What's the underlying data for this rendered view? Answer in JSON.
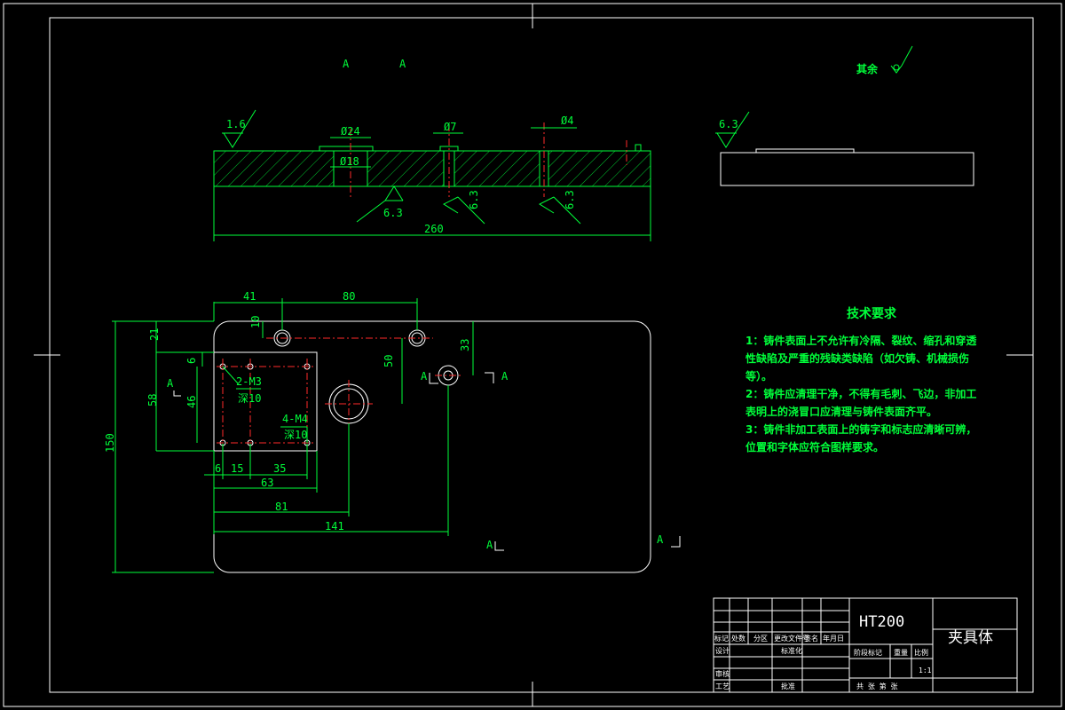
{
  "section": {
    "a_left": "A",
    "a_right": "A"
  },
  "roughness": {
    "qiyu": "其余",
    "r16": "1.6",
    "r63a": "6.3",
    "r63b": "6.3",
    "r63c": "6.3",
    "r63d": "6.3"
  },
  "section_dims": {
    "d24": "Ø24",
    "d7": "Ø7",
    "d4": "Ø4",
    "d18": "Ø18",
    "len260": "260"
  },
  "plan_dims": {
    "d41": "41",
    "d80": "80",
    "d10": "10",
    "d21": "21",
    "d6v": "6",
    "d50": "50",
    "d33": "33",
    "d58": "58",
    "d46": "46",
    "d150": "150",
    "d6h": "6",
    "d15": "15",
    "d35": "35",
    "d63": "63",
    "d81": "81",
    "d141": "141"
  },
  "holes": {
    "m3": "2-M3",
    "m3_depth": "深10",
    "m4": "4-M4",
    "m4_depth": "深10"
  },
  "section_marks": {
    "a1": "A",
    "a2": "A",
    "a3": "A",
    "a4": "A"
  },
  "tech": {
    "title": "技术要求",
    "lines": [
      "1：铸件表面上不允许有冷隔、裂纹、缩孔和穿透",
      "性缺陷及严重的残缺类缺陷（如欠铸、机械损伤",
      "等）。",
      "2：铸件应清理干净，不得有毛刺、飞边，非加工",
      "表明上的浇冒口应清理与铸件表面齐平。",
      "3：铸件非加工表面上的铸字和标志应清晰可辨，",
      "位置和字体应符合图样要求。"
    ]
  },
  "title_block": {
    "material": "HT200",
    "part_name": "夹具体",
    "scale": "1:1",
    "labels": [
      "标记",
      "处数",
      "分区",
      "更改文件号",
      "签名",
      "年月日"
    ],
    "design": "设计",
    "standard": "标准化",
    "check": "审核",
    "process": "工艺",
    "approve": "批准",
    "stage": "阶段标记",
    "weight": "重量",
    "ratio": "比例",
    "sheets": "共 张 第 张"
  }
}
